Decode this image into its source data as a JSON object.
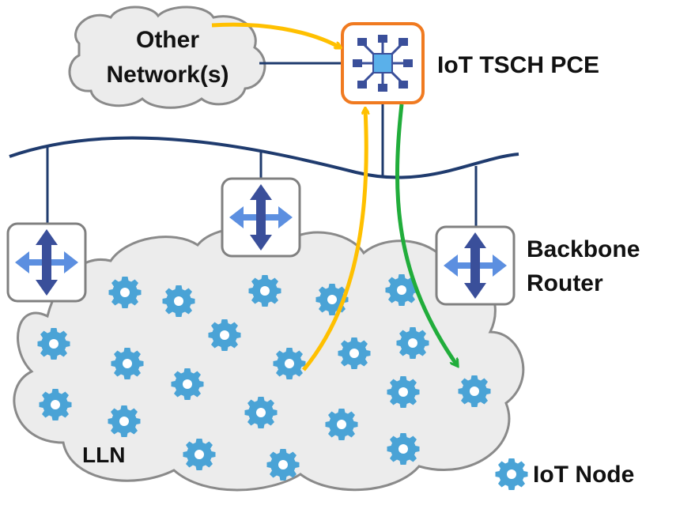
{
  "labels": {
    "other_networks_line1": "Other",
    "other_networks_line2": "Network(s)",
    "pce": "IoT TSCH PCE",
    "backbone_line1": "Backbone",
    "backbone_line2": "Router",
    "lln": "LLN",
    "legend_node": "IoT Node"
  },
  "colors": {
    "backbone_line": "#1f3b6e",
    "pce_border": "#f07a20",
    "router_border": "#808080",
    "cloud_fill": "#ececec",
    "cloud_stroke": "#8a8a8a",
    "node": "#4aa3d6",
    "arrow_yellow": "#ffc000",
    "arrow_green": "#21ad3b",
    "router_arrow_dark": "#3a4f9a",
    "router_arrow_light": "#5c8fe0"
  },
  "icons": [
    "iot-node-icon",
    "backbone-router-icon",
    "pce-network-icon"
  ]
}
